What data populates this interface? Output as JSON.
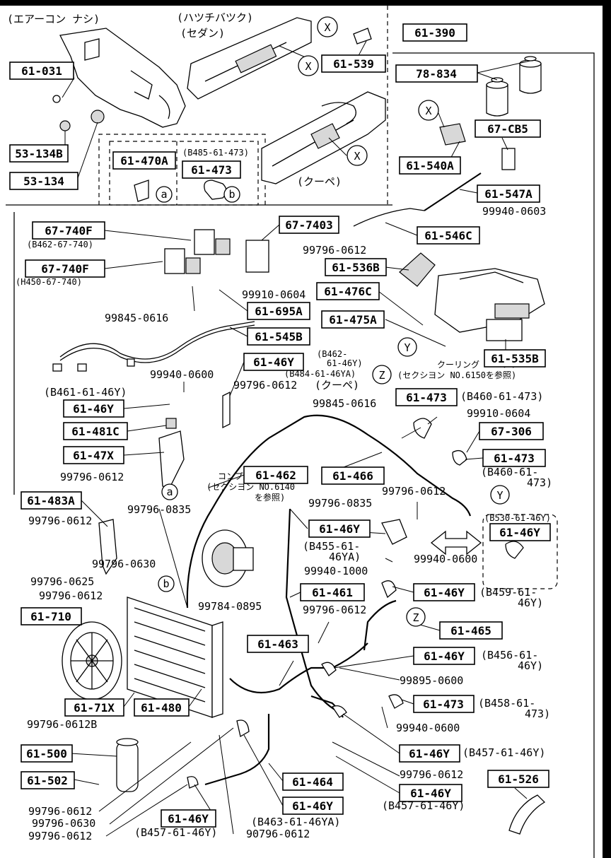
{
  "diagram_title": "",
  "notes": {
    "no_aircon": "(エアーコン ナシ)",
    "hatchback": "(ハツチバツク)",
    "sedan": "(セダン)",
    "coupe": "(クーペ)",
    "cooling_unit_ref_1": "クーリング ユニツト",
    "cooling_unit_ref_2": "(セクシヨン NO.6150を参照)",
    "compressor_ref_1": "コンプレツサー",
    "compressor_ref_2": "(セクシヨン NO.6140",
    "compressor_ref_3": "を参照)"
  },
  "markers": {
    "x": "X",
    "y": "Y",
    "z": "Z",
    "a": "a",
    "b": "b"
  },
  "boxed_parts": {
    "p61_031": "61-031",
    "p53_134b": "53-134B",
    "p53_134": "53-134",
    "p61_470a": "61-470A",
    "p61_473_top": "61-473",
    "p61_539": "61-539",
    "p61_390": "61-390",
    "p78_834": "78-834",
    "p61_540a": "61-540A",
    "p67_cb5": "67-CB5",
    "p61_547a": "61-547A",
    "p67_740f_1": "67-740F",
    "p67_740f_2": "67-740F",
    "p67_7403": "67-7403",
    "p61_546c": "61-546C",
    "p61_536b": "61-536B",
    "p61_476c": "61-476C",
    "p61_475a": "61-475A",
    "p61_695a": "61-695A",
    "p61_545b": "61-545B",
    "p61_535b": "61-535B",
    "p61_46y_1": "61-46Y",
    "p61_46y_2": "61-46Y",
    "p61_481c": "61-481C",
    "p61_47x": "61-47X",
    "p61_473_2": "61-473",
    "p67_306": "67-306",
    "p61_473_3": "61-473",
    "p61_462": "61-462",
    "p61_466": "61-466",
    "p61_483a": "61-483A",
    "p61_46y_3": "61-46Y",
    "p61_46y_4": "61-46Y",
    "p61_461": "61-461",
    "p61_46y_5": "61-46Y",
    "p61_465": "61-465",
    "p61_710": "61-710",
    "p61_463": "61-463",
    "p61_46y_6": "61-46Y",
    "p61_71x": "61-71X",
    "p61_480": "61-480",
    "p61_473_4": "61-473",
    "p61_500": "61-500",
    "p61_46y_7": "61-46Y",
    "p61_502": "61-502",
    "p61_464": "61-464",
    "p61_46y_8": "61-46Y",
    "p61_46y_9": "61-46Y",
    "p61_526": "61-526",
    "p61_46y_10": "61-46Y"
  },
  "plain_labels": {
    "b485": "(B485-61-473)",
    "b462_67740": "(B462-67-740)",
    "h450_67740": "(H450-67-740)",
    "n99940_0603": "99940-0603",
    "n99796_0612_a": "99796-0612",
    "n99910_0604_a": "99910-0604",
    "n99845_0616_a": "99845-0616",
    "b462_61_46y_1": "(B462-",
    "b462_61_46y_2": "61-46Y)",
    "b484_61_46ya": "(B484-61-46YA)",
    "n99940_0600_a": "99940-0600",
    "n99796_0612_b": "99796-0612",
    "coupe_paren": "(クーペ)",
    "b461_61_46y": "(B461-61-46Y)",
    "n99845_0616_b": "99845-0616",
    "b460_61_473_a": "(B460-61-473)",
    "n99910_0604_b": "99910-0604",
    "n99796_0612_c": "99796-0612",
    "b460_61_473_b1": "(B460-61-",
    "b460_61_473_b2": "473)",
    "n99796_0612_d": "99796-0612",
    "b530_61_46y": "(B530-61-46Y)",
    "n99796_0835_a": "99796-0835",
    "n99796_0835_b": "99796-0835",
    "n99796_0612_e": "99796-0612",
    "b455_1": "(B455-61-",
    "b455_2": "46YA)",
    "n99796_0630_a": "99796-0630",
    "n99940_1000": "99940-1000",
    "n99940_0600_b": "99940-0600",
    "n99796_0625": "99796-0625",
    "n99796_0612_f": "99796-0612",
    "b459_1": "(B459-61-",
    "b459_2": "46Y)",
    "n99784_0895": "99784-0895",
    "n99796_0612_g": "99796-0612",
    "b456_1": "(B456-61-",
    "b456_2": "46Y)",
    "n99895_0600": "99895-0600",
    "b458_1": "(B458-61-",
    "b458_2": "473)",
    "n99796_0612b": "99796-0612B",
    "n99940_0600_c": "99940-0600",
    "b457_a": "(B457-61-46Y)",
    "n99796_0612_h": "99796-0612",
    "b457_b": "(B457-61-46Y)",
    "n99796_0612_i": "99796-0612",
    "n99796_0630_b": "99796-0630",
    "n99796_0612_j": "99796-0612",
    "b457_c": "(B457-61-46Y)",
    "b463": "(B463-61-46YA)",
    "n90796_0612": "90796-0612"
  }
}
